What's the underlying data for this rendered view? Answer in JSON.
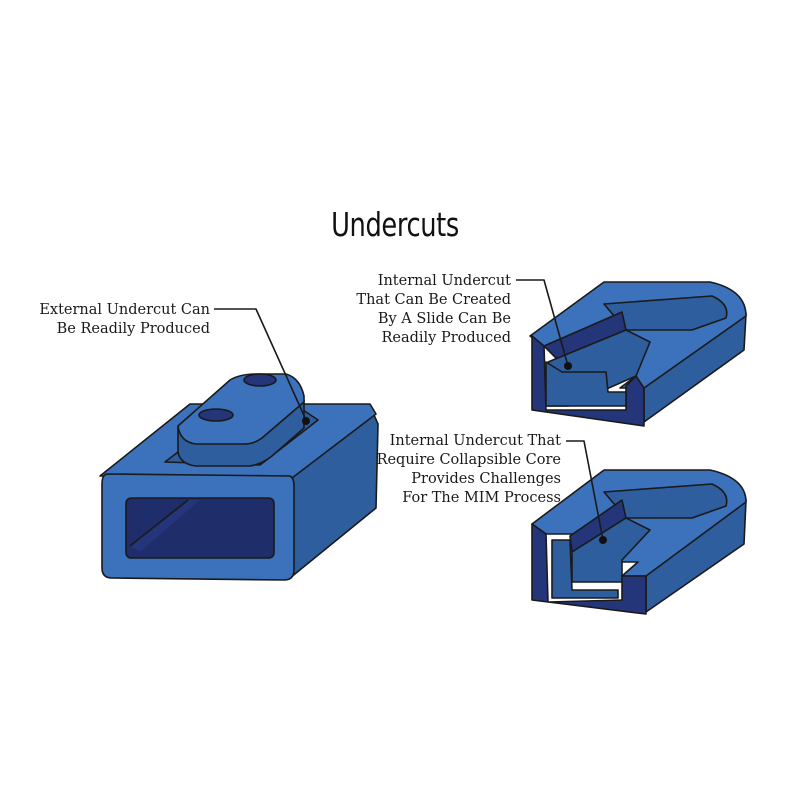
{
  "title": "Undercuts",
  "colors": {
    "face_light": "#3b72bb",
    "face_mid": "#2f5e9f",
    "face_dark": "#24357a",
    "face_darker": "#1f2d6a",
    "outline": "#1a1a1a"
  },
  "callouts": [
    {
      "lines": [
        "External Undercut Can",
        "Be Readily Produced"
      ]
    },
    {
      "lines": [
        "Internal Undercut",
        "That Can Be Created",
        "By A Slide Can Be",
        "Readily Produced"
      ]
    },
    {
      "lines": [
        "Internal Undercut That",
        "Require Collapsible Core",
        "Provides Challenges",
        "For The MIM Process"
      ]
    }
  ]
}
